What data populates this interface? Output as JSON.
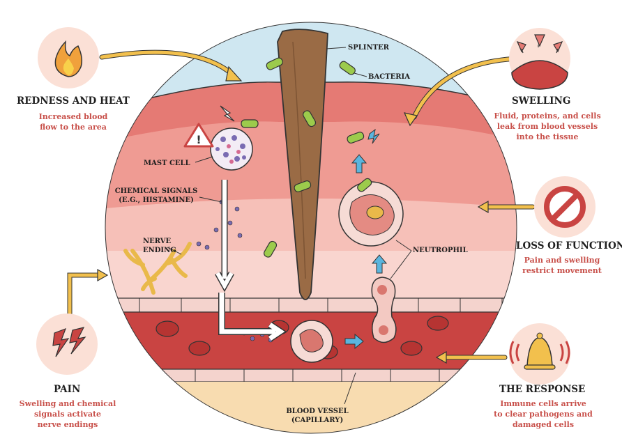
{
  "blocks": {
    "redness": {
      "title": "REDNESS AND HEAT",
      "desc": "Increased blood\nflow to the area"
    },
    "swelling": {
      "title": "SWELLING",
      "desc": "Fluid, proteins, and cells\nleak from blood vessels\ninto the tissue"
    },
    "loss": {
      "title": "LOSS OF FUNCTION",
      "desc": "Pain and swelling\nrestrict movement"
    },
    "pain": {
      "title": "PAIN",
      "desc": "Swelling and chemical\nsignals activate\nnerve endings"
    },
    "response": {
      "title": "THE RESPONSE",
      "desc": "Immune cells arrive\nto clear pathogens and\ndamaged cells"
    }
  },
  "labels": {
    "splinter": "SPLINTER",
    "bacteria": "BACTERIA",
    "mast_cell": "MAST CELL",
    "chemical_signals": "CHEMICAL SIGNALS\n(E.G., HISTAMINE)",
    "nerve_ending": "NERVE\nENDING",
    "neutrophil": "NEUTROPHIL",
    "blood_vessel": "BLOOD VESSEL\n(CAPILLARY)"
  },
  "colors": {
    "sky": "#cfe7f1",
    "skin_dark": "#e57a74",
    "tissue_light": "#f9d5cf",
    "vessel": "#c94442",
    "accent_red": "#c8504a",
    "arrow_yellow": "#f2c04d",
    "arrow_blue": "#5ab5de",
    "splinter": "#9a6b45",
    "bacteria": "#9ccb4c"
  },
  "icons": [
    "flame-icon",
    "swelling-arrows-icon",
    "no-entry-icon",
    "lightning-pain-icon",
    "alarm-bell-icon",
    "warning-icon"
  ]
}
